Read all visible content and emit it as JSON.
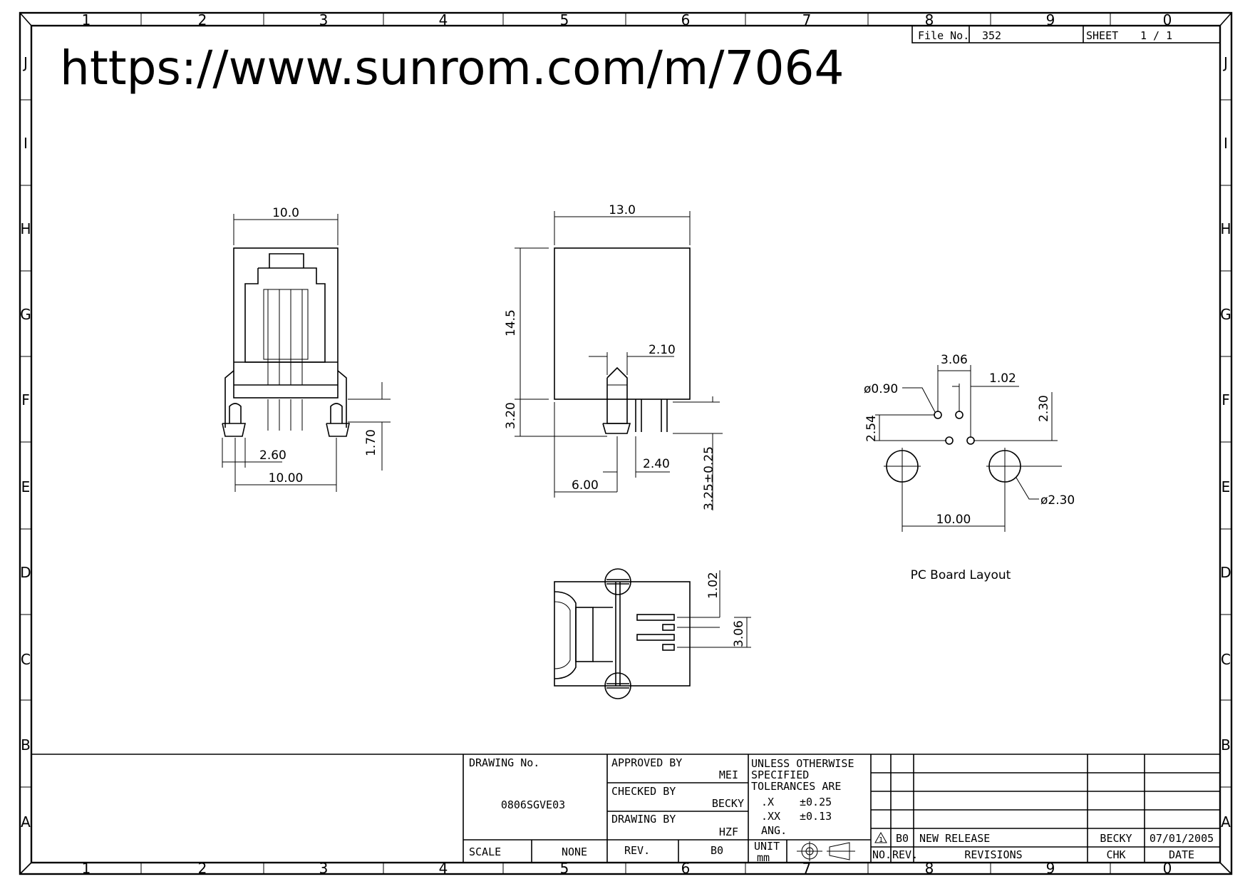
{
  "source_url": "https://www.sunrom.com/m/7064",
  "zones": {
    "columns": [
      "1",
      "2",
      "3",
      "4",
      "5",
      "6",
      "7",
      "8",
      "9",
      "0"
    ],
    "rows": [
      "J",
      "I",
      "H",
      "G",
      "F",
      "E",
      "D",
      "C",
      "B",
      "A"
    ]
  },
  "header": {
    "file_no_label": "File No.",
    "file_no": "352",
    "sheet_label": "SHEET",
    "sheet_value": "1 / 1"
  },
  "dimensions": {
    "front_width_top": "10.0",
    "pitch": "2.60",
    "front_width_bottom": "10.00",
    "front_offset": "1.70",
    "side_width": "13.0",
    "side_height": "14.5",
    "pin_width": "2.10",
    "pin_length": "3.20",
    "side_offset_a": "2.40",
    "side_offset_b": "6.00",
    "side_pin_tol": "3.25±0.25",
    "pcb_hole_small": "ø0.90",
    "pcb_pitch_x": "3.06",
    "pcb_pitch_small": "1.02",
    "pcb_row_y": "2.54",
    "pcb_vertical": "2.30",
    "pcb_hole_large": "ø2.30",
    "pcb_post_spacing": "10.00",
    "bottom_pitch_small": "1.02",
    "bottom_pitch_x": "3.06"
  },
  "labels": {
    "pcb_layout": "PC Board Layout"
  },
  "title_block": {
    "drawing_no_label": "DRAWING No.",
    "drawing_no": "0806SGVE03",
    "approved_by_label": "APPROVED BY",
    "approved_by": "MEI",
    "checked_by_label": "CHECKED BY",
    "checked_by": "BECKY",
    "drawing_by_label": "DRAWING BY",
    "drawing_by": "HZF",
    "scale_label": "SCALE",
    "scale_value": "NONE",
    "rev_label": "REV.",
    "rev_value": "B0",
    "tolerance_lines": [
      "UNLESS OTHERWISE",
      "SPECIFIED",
      "TOLERANCES ARE"
    ],
    "tol_x_label": ".X",
    "tol_x": "±0.25",
    "tol_xx_label": ".XX",
    "tol_xx": "±0.13",
    "tol_ang_label": "ANG.",
    "unit_label": "UNIT",
    "unit_value": "mm",
    "revision": {
      "no_label": "NO.",
      "rev_col_label": "REV.",
      "revisions_label": "REVISIONS",
      "chk_label": "CHK",
      "date_label": "DATE",
      "entry_no": "1",
      "entry_rev": "B0",
      "entry_desc": "NEW RELEASE",
      "entry_chk": "BECKY",
      "entry_date": "07/01/2005"
    }
  }
}
